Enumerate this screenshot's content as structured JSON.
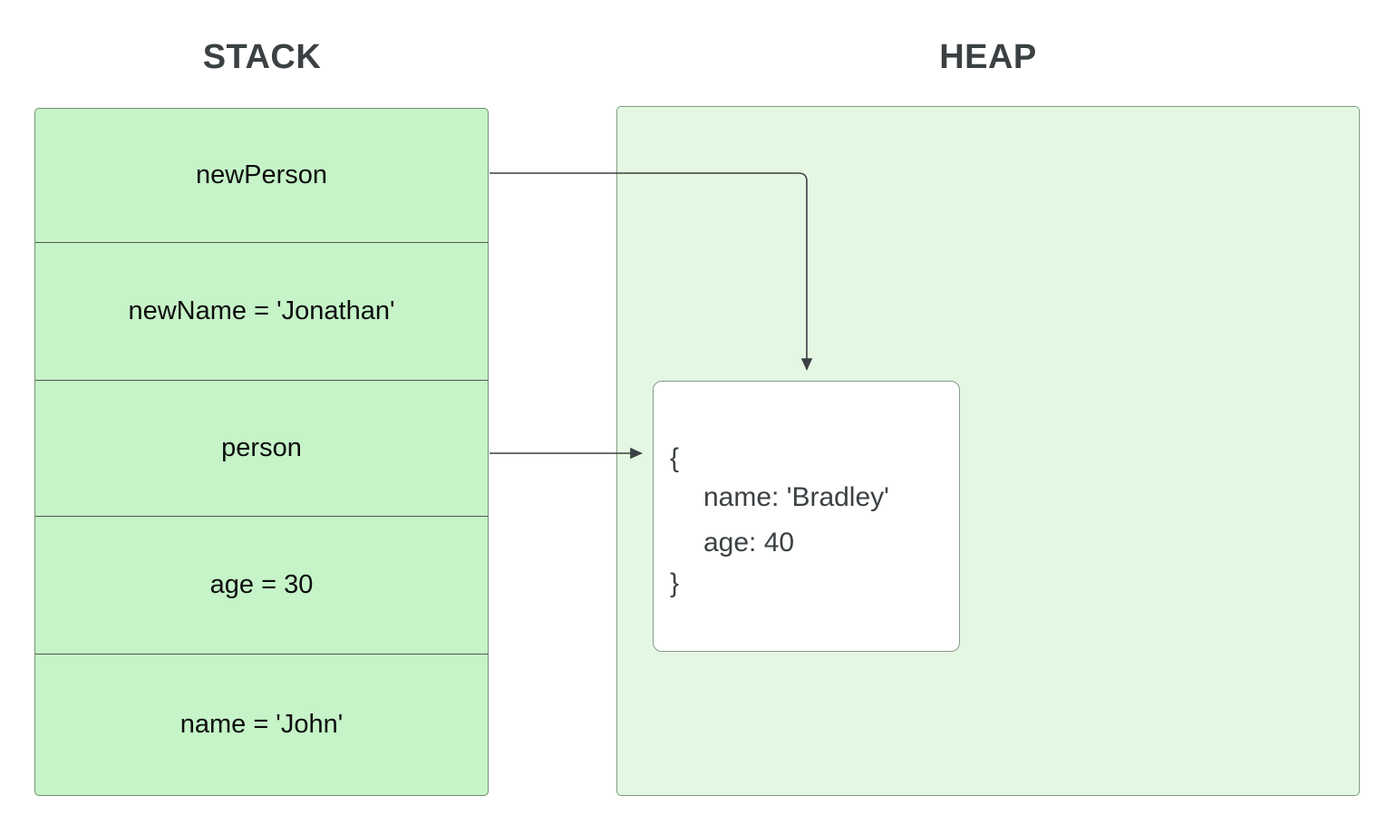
{
  "diagram": {
    "title_stack": "STACK",
    "title_heap": "HEAP",
    "colors": {
      "stack_fill": "#c6f3c8",
      "stack_border": "#6f8f74",
      "heap_fill": "#e4f7e2",
      "heap_border": "#7ba07f",
      "object_fill": "#ffffff",
      "object_border": "#8a9a8c",
      "title_text": "#3b4043",
      "stack_text": "#0d0d0d",
      "connector": "#3b4043"
    }
  },
  "stack": {
    "label": "STACK",
    "frames": [
      {
        "label": "newPerson",
        "name": "newPerson",
        "points_to_heap": true
      },
      {
        "label": "newName = 'Jonathan'",
        "name": "newName",
        "points_to_heap": false
      },
      {
        "label": "person",
        "name": "person",
        "points_to_heap": true
      },
      {
        "label": "age = 30",
        "name": "age",
        "points_to_heap": false
      },
      {
        "label": "name = 'John'",
        "name": "name",
        "points_to_heap": false
      }
    ]
  },
  "heap": {
    "label": "HEAP",
    "objects": [
      {
        "open_brace": "{",
        "properties": [
          "name: 'Bradley'",
          "age: 40"
        ],
        "close_brace": "}"
      }
    ]
  },
  "connectors": [
    {
      "from": "newPerson",
      "to": "heap-object",
      "style": "elbow-down"
    },
    {
      "from": "person",
      "to": "heap-object",
      "style": "straight-right"
    }
  ]
}
